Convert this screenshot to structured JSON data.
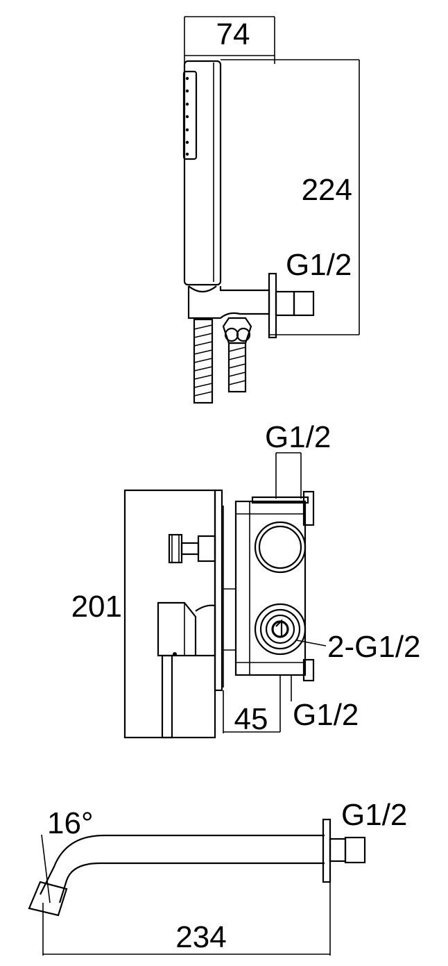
{
  "shower_head_view": {
    "width_label": "74",
    "height_label": "224",
    "thread_label": "G1/2"
  },
  "mixer_view": {
    "top_thread_label": "G1/2",
    "height_label": "201",
    "outlets_label": "2-G1/2",
    "bottom_thread_label": "G1/2",
    "depth_label": "45"
  },
  "spout_view": {
    "angle_label": "16°",
    "thread_label": "G1/2",
    "length_label": "234"
  }
}
